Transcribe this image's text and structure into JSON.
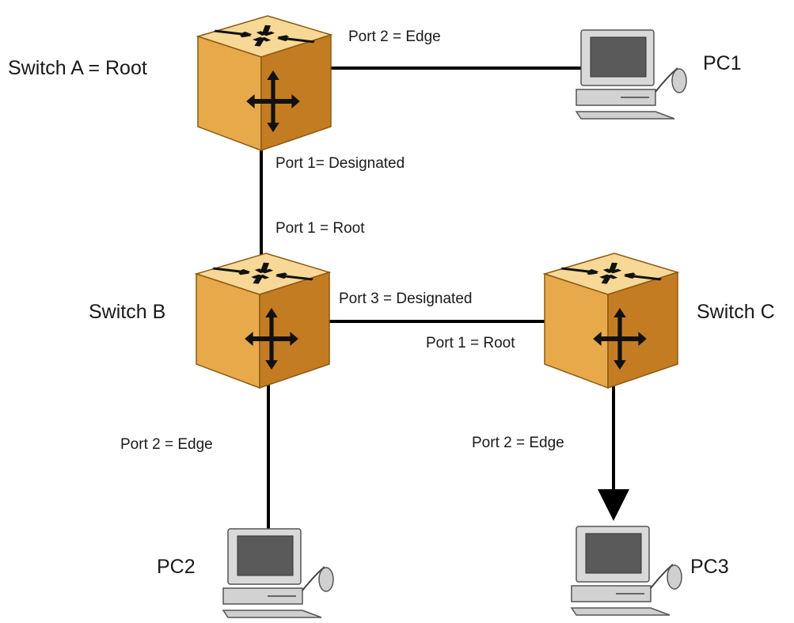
{
  "colors": {
    "switch_top": "#f8d896",
    "switch_left": "#e8a94a",
    "switch_right": "#c47c22",
    "arrow": "#111111",
    "line": "#000000",
    "monitor_frame": "#d9d9d9",
    "screen": "#5a5a5a"
  },
  "nodes": {
    "switch_a": {
      "label": "Switch A = Root",
      "icon": "switch-icon"
    },
    "switch_b": {
      "label": "Switch B",
      "icon": "switch-icon"
    },
    "switch_c": {
      "label": "Switch C",
      "icon": "switch-icon"
    },
    "pc1": {
      "label": "PC1",
      "icon": "computer-icon"
    },
    "pc2": {
      "label": "PC2",
      "icon": "computer-icon"
    },
    "pc3": {
      "label": "PC3",
      "icon": "computer-icon"
    }
  },
  "links": {
    "a_pc1": {
      "port_a": "Port 2 = Edge"
    },
    "a_b": {
      "port_a": "Port 1= Designated",
      "port_b": "Port 1 = Root"
    },
    "b_c": {
      "port_b": "Port 3 = Designated",
      "port_c": "Port 1 = Root"
    },
    "b_pc2": {
      "port_b": "Port 2 = Edge"
    },
    "c_pc3": {
      "port_c": "Port 2 = Edge"
    }
  }
}
